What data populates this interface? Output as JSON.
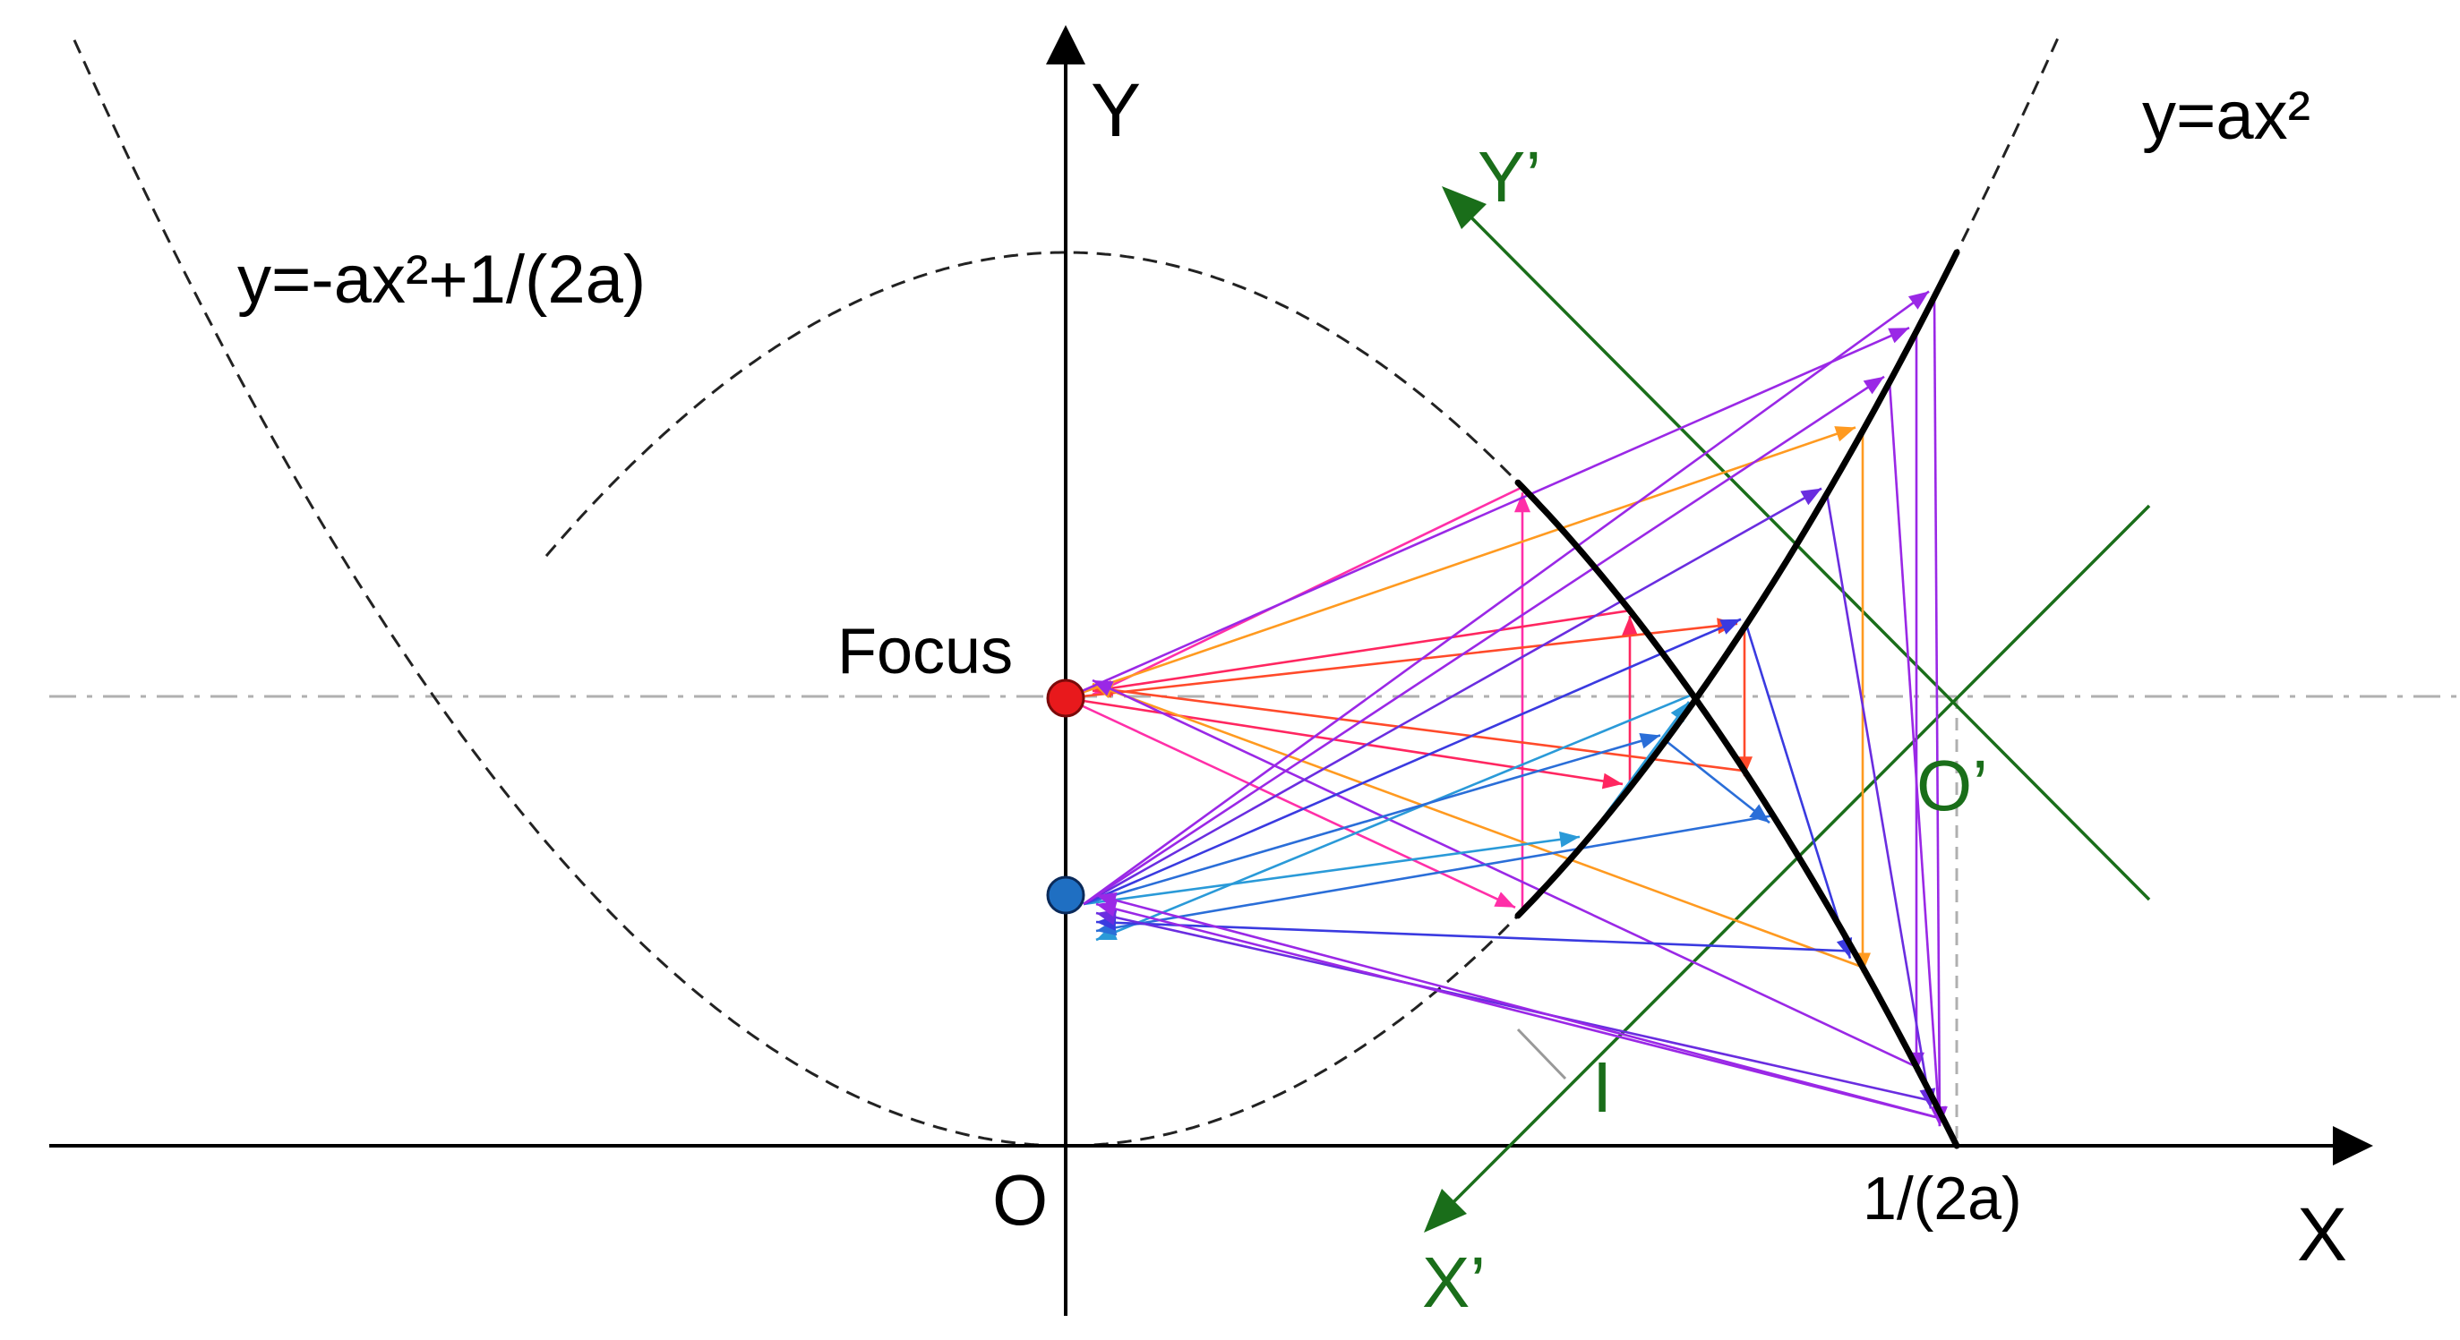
{
  "labels": {
    "y_axis": "Y",
    "x_axis": "X",
    "origin": "O",
    "y_prime": "Y’",
    "x_prime": "X’",
    "o_prime": "O’",
    "point_i": "I",
    "focus": "Focus",
    "tick_x": "1/(2a)",
    "curve_upper": "y=ax²",
    "curve_lower": "y=-ax²+1/(2a)"
  },
  "colors": {
    "axes": "#000000",
    "rotated_axes": "#1a6e1a",
    "focus_point": "#e8191c",
    "second_point": "#1f6fc2",
    "ray_palette": [
      "#ff2fa8",
      "#ff2660",
      "#ff4a2a",
      "#ff9a20",
      "#9a28e6",
      "#6a2de0",
      "#3a3ae0",
      "#2a6ed8",
      "#2a9ad8"
    ]
  }
}
